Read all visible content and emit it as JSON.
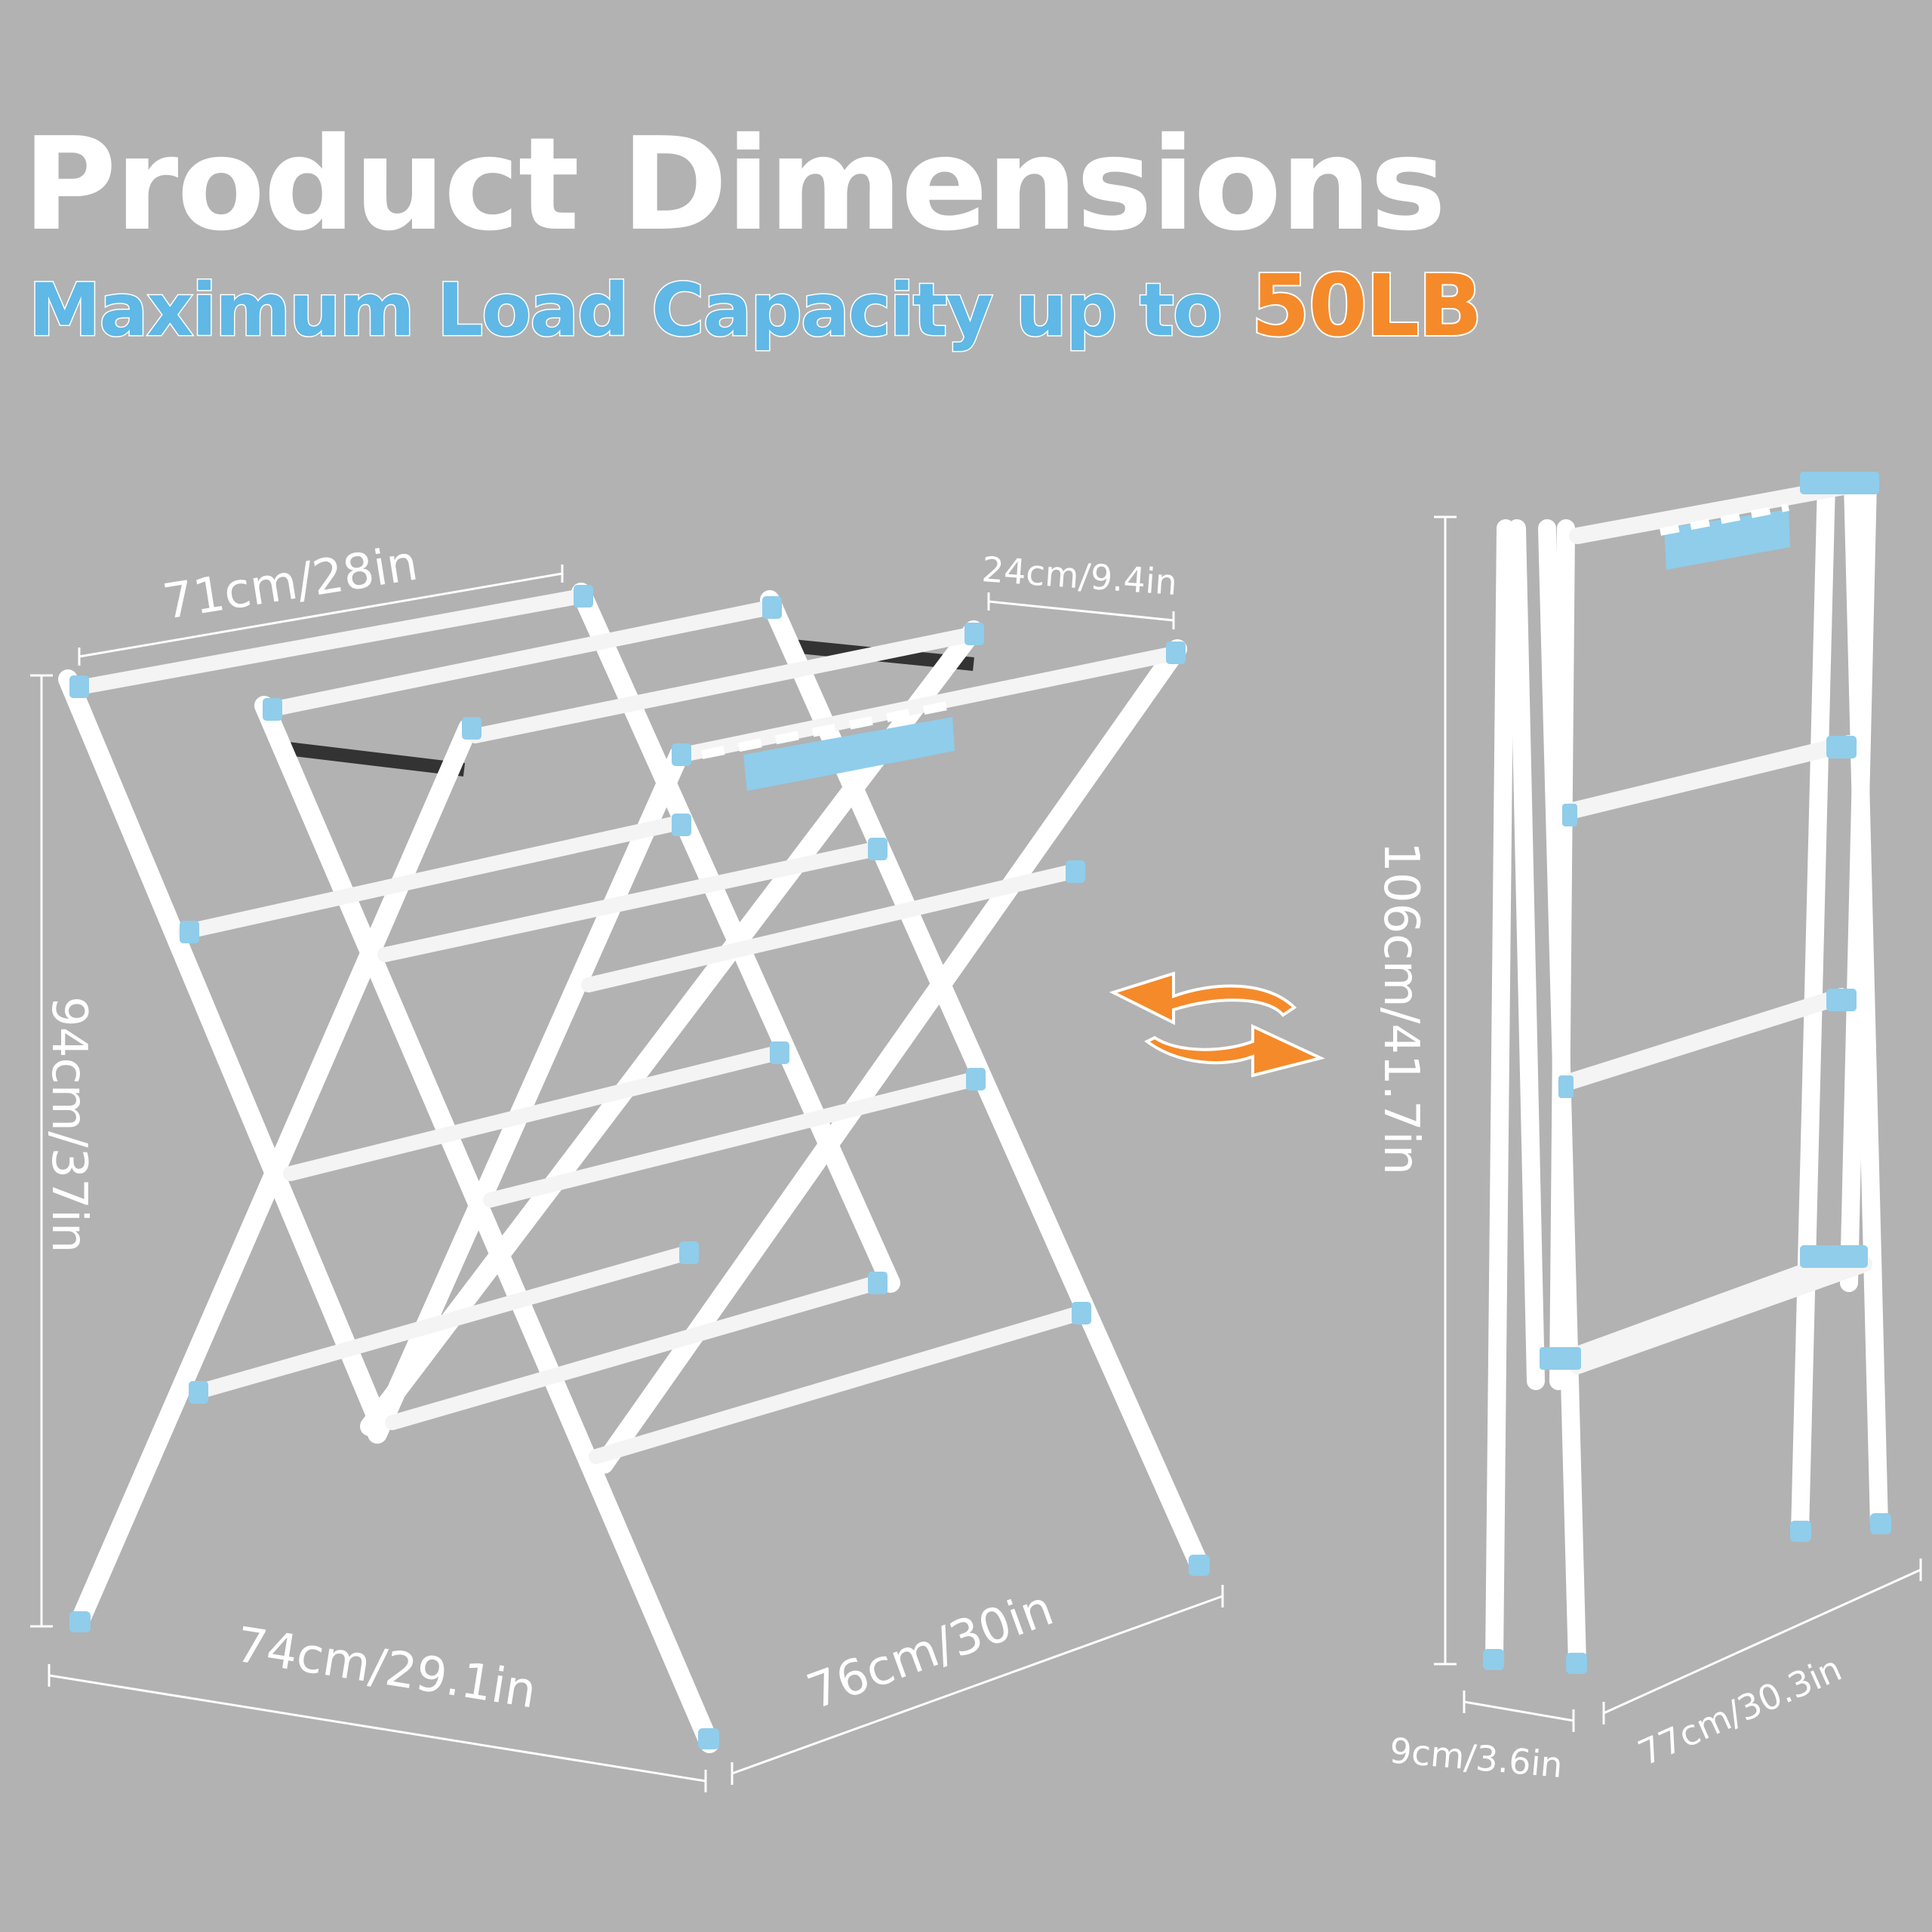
{
  "heading": {
    "title": "Product Dimensions",
    "subtitle": "Maximum Load Capacity up to",
    "load": "50LB"
  },
  "expanded_dimensions": {
    "top_length": "71cm/28in",
    "top_width": "24cm/9.4in",
    "height": "94cm/37in",
    "base_length": "74cm/29.1in",
    "base_width": "76cm/30in"
  },
  "folded_dimensions": {
    "height": "106cm/41.7in",
    "thickness": "9cm/3.6in",
    "width": "77cm/30.3in"
  },
  "icons": {
    "transform_arrows": "swap-arrows-icon"
  },
  "colors": {
    "background": "#b2b2b2",
    "accent_blue": "#5fb8e6",
    "accent_orange": "#f58a2a",
    "frame": "#ffffff"
  }
}
